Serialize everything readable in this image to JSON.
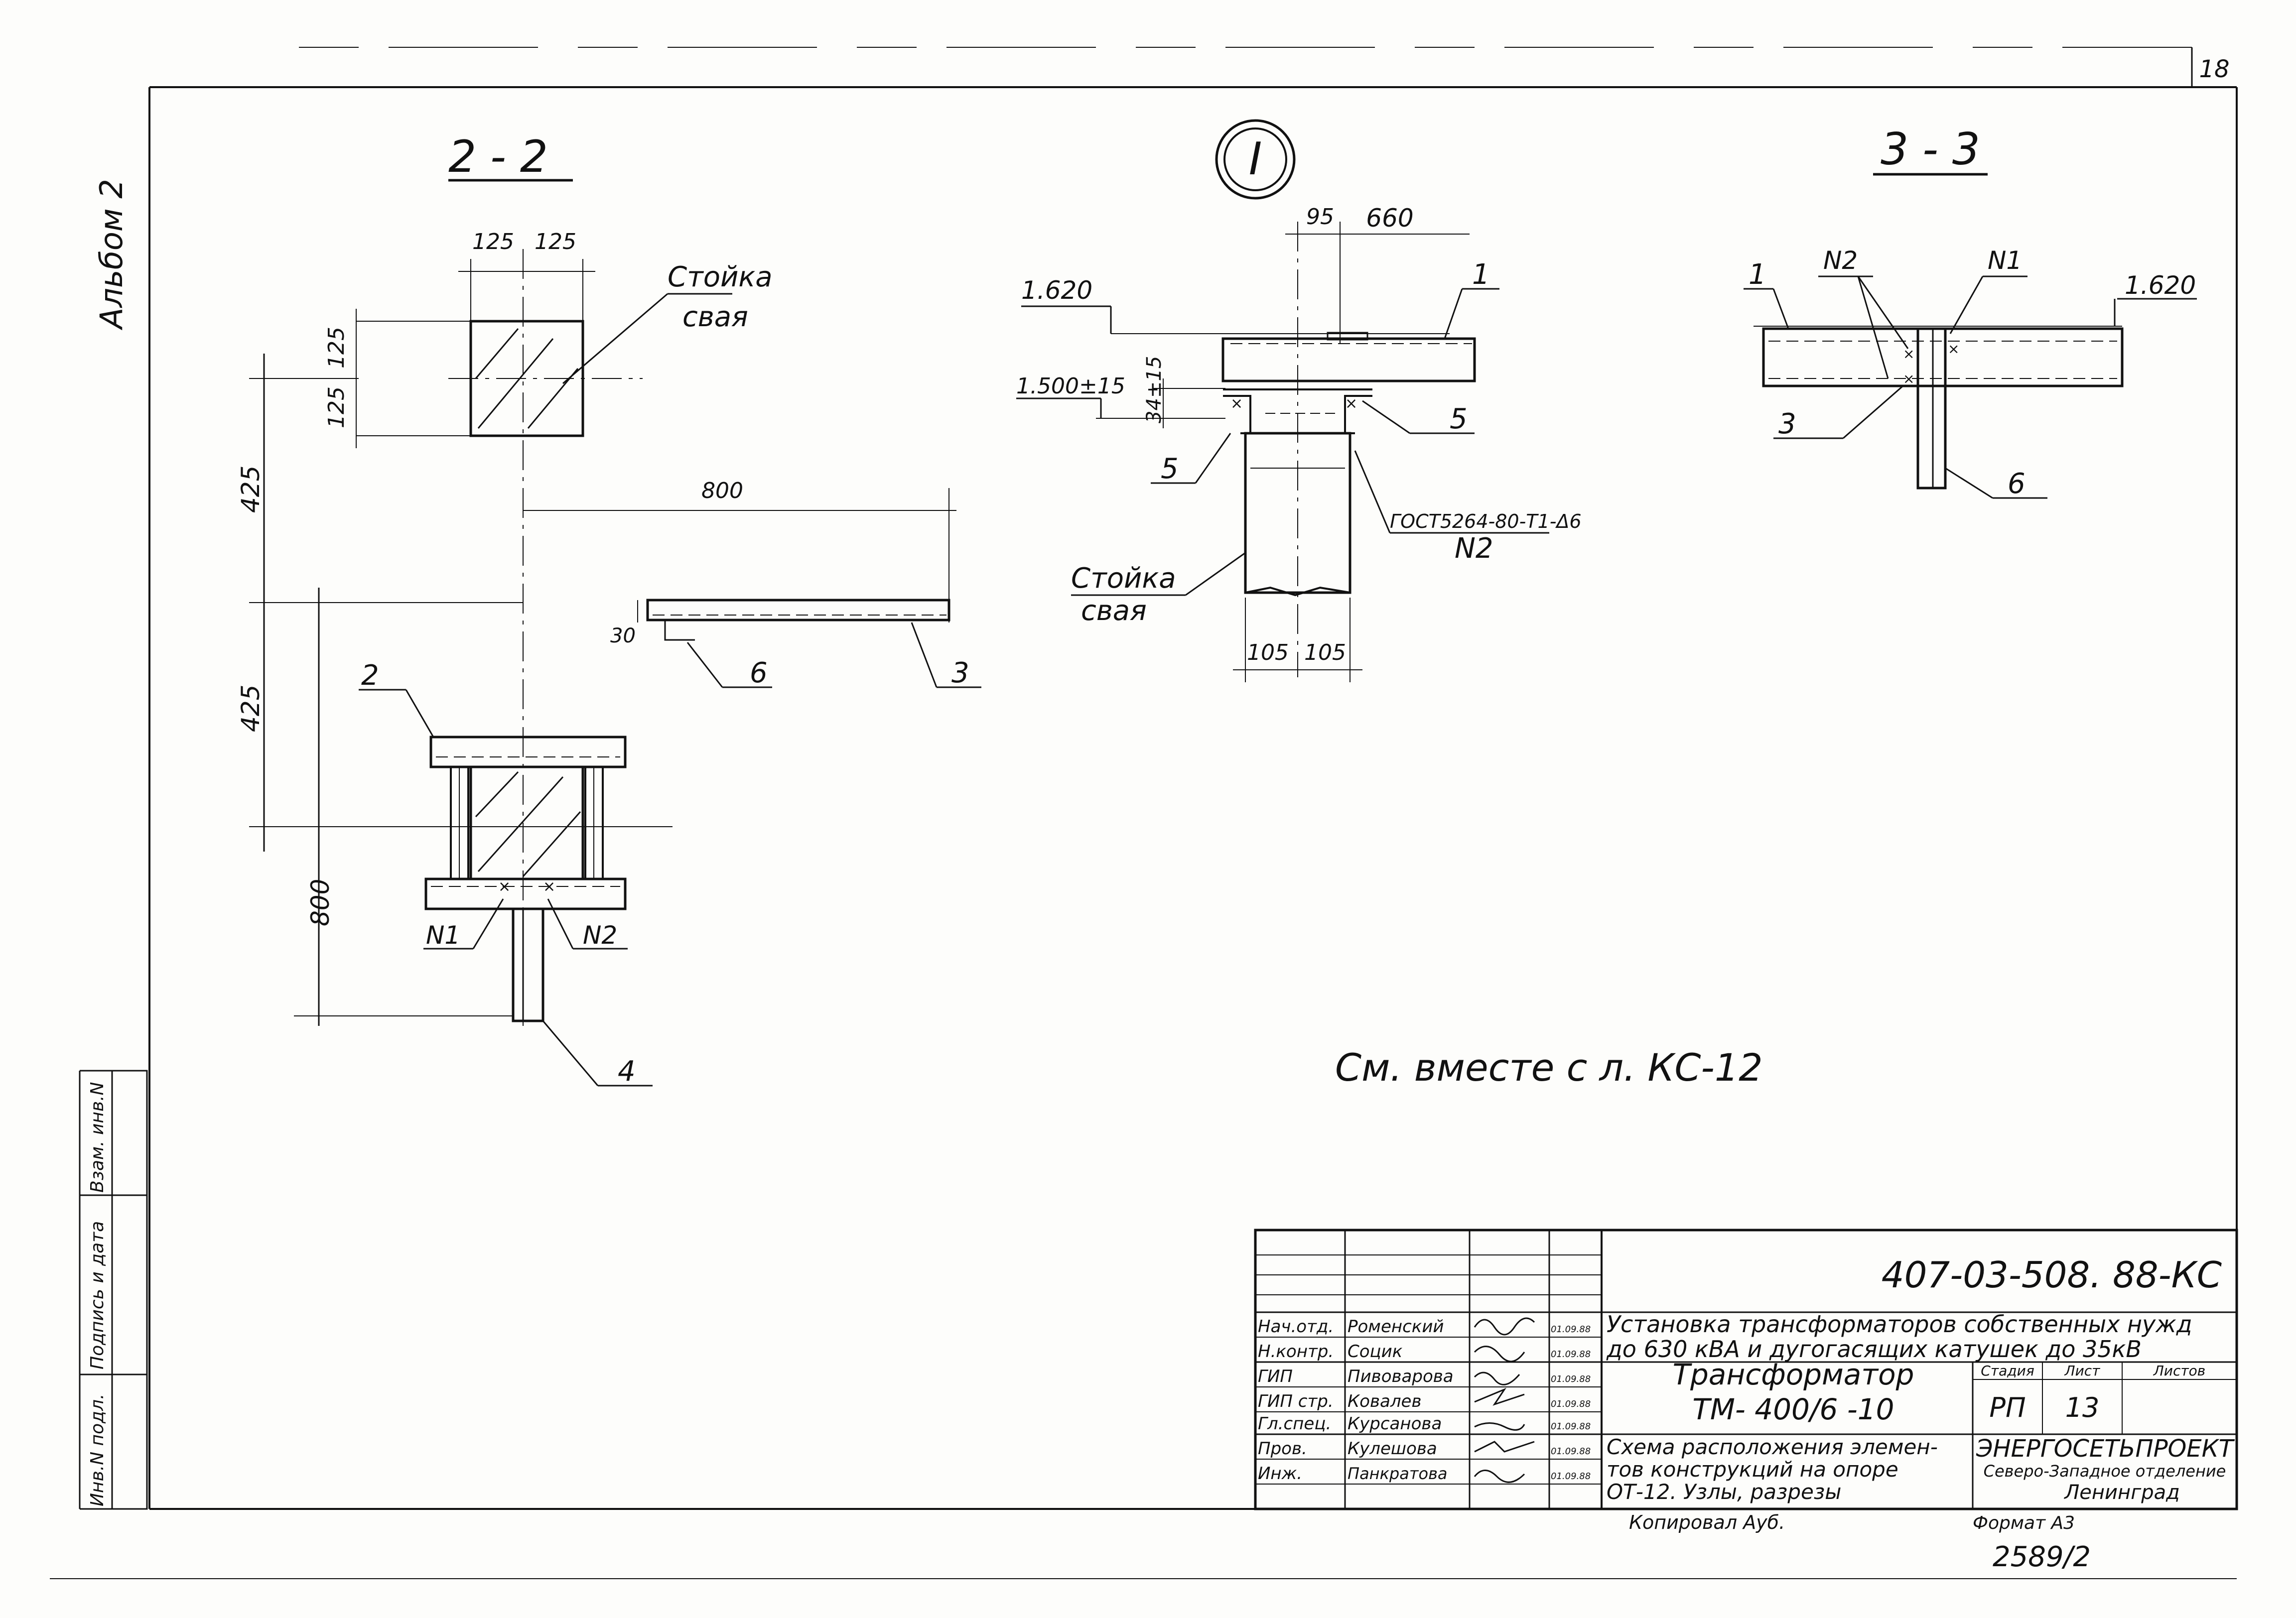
{
  "sheet_number": "18",
  "album_label": "Альбом 2",
  "sections": {
    "s22": {
      "title": "2 - 2",
      "dims": {
        "w1": "125",
        "w2": "125",
        "h1": "125",
        "h2": "125",
        "v1": "425",
        "v2": "425",
        "v3": "800",
        "len": "800",
        "h30": "30"
      },
      "labels": {
        "post_line1": "Стойка",
        "post_line2": "свая",
        "p2": "2",
        "p3": "3",
        "p4": "4",
        "p6": "6",
        "n1": "N1",
        "n2": "N2"
      }
    },
    "node1": {
      "title": "I",
      "dims": {
        "d95": "95",
        "d660": "660",
        "lvl1": "1.620",
        "lvl2": "1.500±15",
        "d34": "34±15",
        "b1": "105",
        "b2": "105"
      },
      "labels": {
        "p1": "1",
        "p5a": "5",
        "p5b": "5",
        "post_line1": "Стойка",
        "post_line2": "свая",
        "gost": "ГОСТ5264-80-Т1-Δ6",
        "n2": "N2"
      }
    },
    "s33": {
      "title": "3 - 3",
      "dims": {
        "lvl": "1.620"
      },
      "labels": {
        "p1": "1",
        "n2": "N2",
        "n1": "N1",
        "p3": "3",
        "p6": "6"
      }
    }
  },
  "note": "См. вместе с л. КС-12",
  "left_stamp": [
    "Инв.N подл.",
    "Подпись и дата",
    "Взам. инв.N"
  ],
  "title_block": {
    "doc_code": "407-03-508. 88-КС",
    "project_title_1": "Установка трансформаторов собственных нужд",
    "project_title_2": "до 630 кВА и дугогасящих катушек до 35кВ",
    "object_title_1": "Трансформатор",
    "object_title_2": "ТМ- 400/6 -10",
    "sheet_title_1": "Схема расположения элемен-",
    "sheet_title_2": "тов конструкций на опоре",
    "sheet_title_3": "ОТ-12. Узлы, разрезы",
    "hdr_stage": "Стадия",
    "hdr_sheet": "Лист",
    "hdr_sheets": "Листов",
    "stage": "РП",
    "sheet": "13",
    "sheets": "",
    "org_1": "ЭНЕРГОСЕТЬПРОЕКТ",
    "org_2": "Северо-Западное отделение",
    "org_3": "Ленинград",
    "roles": [
      {
        "role": "Нач.отд.",
        "name": "Роменский",
        "date": "01.09.88"
      },
      {
        "role": "Н.контр.",
        "name": "Социк",
        "date": "01.09.88"
      },
      {
        "role": "ГИП",
        "name": "Пивоварова",
        "date": "01.09.88"
      },
      {
        "role": "ГИП стр.",
        "name": "Ковалев",
        "date": "01.09.88"
      },
      {
        "role": "Гл.спец.",
        "name": "Курсанова",
        "date": "01.09.88"
      },
      {
        "role": "Пров.",
        "name": "Кулешова",
        "date": "01.09.88"
      },
      {
        "role": "Инж.",
        "name": "Панкратова",
        "date": "01.09.88"
      }
    ],
    "copied": "Копировал Ауб.",
    "format": "Формат А3",
    "archive": "2589/2"
  }
}
